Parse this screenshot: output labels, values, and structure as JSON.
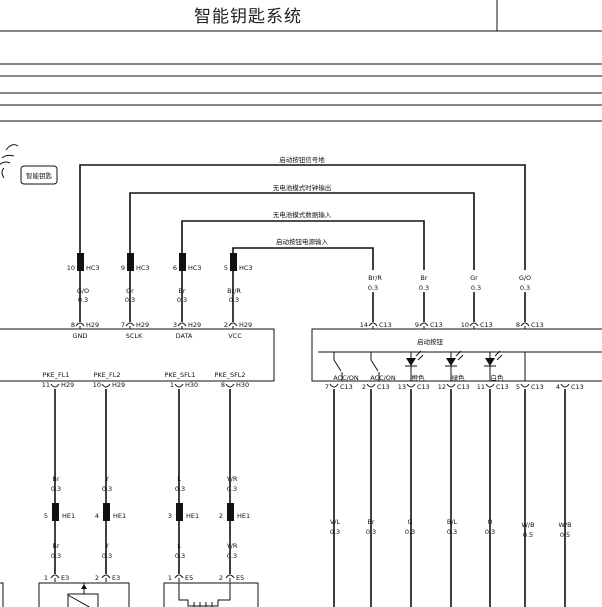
{
  "title": "智能钥匙系统",
  "smart_key_label": "智能钥匙",
  "start_button_label": "启动按钮",
  "signals": {
    "start_signal": "启动按钮信号地",
    "clock_out": "无电池模式时钟输出",
    "data_in": "无电池模式数据输入",
    "power_in": "启动按钮电源输入"
  },
  "upper_wires": [
    {
      "pin": "10",
      "conn": "HC3",
      "color": "G/O",
      "gauge": "0.3",
      "pin2": "8",
      "conn2": "H29",
      "func": "GND"
    },
    {
      "pin": "9",
      "conn": "HC3",
      "color": "Gr",
      "gauge": "0.3",
      "pin2": "7",
      "conn2": "H29",
      "func": "SCLK"
    },
    {
      "pin": "6",
      "conn": "HC3",
      "color": "Br",
      "gauge": "0.3",
      "pin2": "3",
      "conn2": "H29",
      "func": "DATA"
    },
    {
      "pin": "5",
      "conn": "HC3",
      "color": "Br/R",
      "gauge": "0.3",
      "pin2": "2",
      "conn2": "H29",
      "func": "VCC"
    }
  ],
  "start_wires": [
    {
      "color": "Br/R",
      "gauge": "0.3",
      "pin": "14",
      "conn": "C13"
    },
    {
      "color": "Br",
      "gauge": "0.3",
      "pin": "9",
      "conn": "C13"
    },
    {
      "color": "Gr",
      "gauge": "0.3",
      "pin": "10",
      "conn": "C13"
    },
    {
      "color": "G/O",
      "gauge": "0.3",
      "pin": "8",
      "conn": "C13"
    }
  ],
  "button_internals": {
    "acc_on_1": "ACC/ON",
    "acc_on_2": "ACC/ON",
    "led1": "橙色",
    "led2": "绿色",
    "led3": "白色"
  },
  "button_bottom_pins": [
    {
      "pin": "7",
      "conn": "C13"
    },
    {
      "pin": "2",
      "conn": "C13"
    },
    {
      "pin": "13",
      "conn": "C13"
    },
    {
      "pin": "12",
      "conn": "C13"
    },
    {
      "pin": "11",
      "conn": "C13"
    },
    {
      "pin": "5",
      "conn": "C13"
    },
    {
      "pin": "4",
      "conn": "C13"
    }
  ],
  "button_bottom_wires": [
    {
      "color": "V/L",
      "gauge": "0.3"
    },
    {
      "color": "Br",
      "gauge": "0.3"
    },
    {
      "color": "G",
      "gauge": "0.3"
    },
    {
      "color": "B/L",
      "gauge": "0.3"
    },
    {
      "color": "O",
      "gauge": "0.3"
    },
    {
      "color": "W/B",
      "gauge": "0.5"
    },
    {
      "color": "W/B",
      "gauge": "0.5"
    }
  ],
  "pke_wires": [
    {
      "name": "PKE_FL1",
      "pin1": "11",
      "conn1": "H29",
      "color": "Br",
      "gauge": "0.3",
      "pin2": "5",
      "conn2": "HE1",
      "color2": "Br",
      "gauge2": "0.3",
      "pin3": "1",
      "conn3": "E3"
    },
    {
      "name": "PKE_FL2",
      "pin1": "10",
      "conn1": "H29",
      "color": "Y",
      "gauge": "0.3",
      "pin2": "4",
      "conn2": "HE1",
      "color2": "Y",
      "gauge2": "0.3",
      "pin3": "2",
      "conn3": "E3"
    },
    {
      "name": "PKE_SFL1",
      "pin1": "1",
      "conn1": "H30",
      "color": "L",
      "gauge": "0.3",
      "pin2": "3",
      "conn2": "HE1",
      "color2": "L",
      "gauge2": "0.3",
      "pin3": "1",
      "conn3": "E5"
    },
    {
      "name": "PKE_SFL2",
      "pin1": "8",
      "conn1": "H30",
      "color": "Y/R",
      "gauge": "0.3",
      "pin2": "2",
      "conn2": "HE1",
      "color2": "Y/R",
      "gauge2": "0.3",
      "pin3": "2",
      "conn3": "E5"
    }
  ]
}
